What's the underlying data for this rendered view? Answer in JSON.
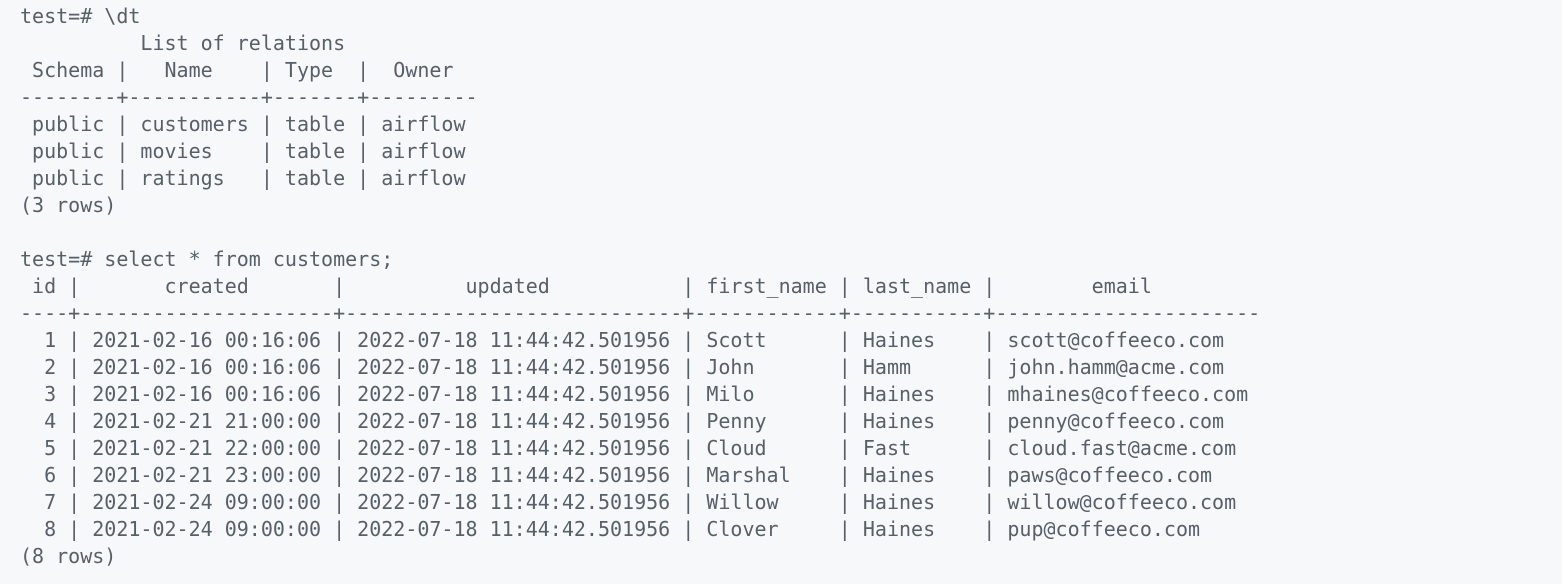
{
  "meta": {
    "app": "psql-terminal",
    "colors": {
      "background": "#f6f8fa",
      "text": "#57606a"
    }
  },
  "session": {
    "prompt": "test=#",
    "commands": [
      {
        "input": "\\dt",
        "result_title": "List of relations",
        "table": {
          "columns": [
            "Schema",
            "Name",
            "Type",
            "Owner"
          ],
          "rows": [
            [
              "public",
              "customers",
              "table",
              "airflow"
            ],
            [
              "public",
              "movies",
              "table",
              "airflow"
            ],
            [
              "public",
              "ratings",
              "table",
              "airflow"
            ]
          ],
          "footer": "(3 rows)"
        }
      },
      {
        "input": "select * from customers;",
        "table": {
          "columns": [
            "id",
            "created",
            "updated",
            "first_name",
            "last_name",
            "email"
          ],
          "rows": [
            [
              "1",
              "2021-02-16 00:16:06",
              "2022-07-18 11:44:42.501956",
              "Scott",
              "Haines",
              "scott@coffeeco.com"
            ],
            [
              "2",
              "2021-02-16 00:16:06",
              "2022-07-18 11:44:42.501956",
              "John",
              "Hamm",
              "john.hamm@acme.com"
            ],
            [
              "3",
              "2021-02-16 00:16:06",
              "2022-07-18 11:44:42.501956",
              "Milo",
              "Haines",
              "mhaines@coffeeco.com"
            ],
            [
              "4",
              "2021-02-21 21:00:00",
              "2022-07-18 11:44:42.501956",
              "Penny",
              "Haines",
              "penny@coffeeco.com"
            ],
            [
              "5",
              "2021-02-21 22:00:00",
              "2022-07-18 11:44:42.501956",
              "Cloud",
              "Fast",
              "cloud.fast@acme.com"
            ],
            [
              "6",
              "2021-02-21 23:00:00",
              "2022-07-18 11:44:42.501956",
              "Marshal",
              "Haines",
              "paws@coffeeco.com"
            ],
            [
              "7",
              "2021-02-24 09:00:00",
              "2022-07-18 11:44:42.501956",
              "Willow",
              "Haines",
              "willow@coffeeco.com"
            ],
            [
              "8",
              "2021-02-24 09:00:00",
              "2022-07-18 11:44:42.501956",
              "Clover",
              "Haines",
              "pup@coffeeco.com"
            ]
          ],
          "footer": "(8 rows)"
        }
      }
    ]
  },
  "screen_lines": [
    "test=# \\dt",
    "          List of relations",
    " Schema |   Name    | Type  |  Owner",
    "--------+-----------+-------+---------",
    " public | customers | table | airflow",
    " public | movies    | table | airflow",
    " public | ratings   | table | airflow",
    "(3 rows)",
    "",
    "test=# select * from customers;",
    " id |       created       |          updated           | first_name | last_name |        email",
    "----+---------------------+----------------------------+------------+-----------+----------------------",
    "  1 | 2021-02-16 00:16:06 | 2022-07-18 11:44:42.501956 | Scott      | Haines    | scott@coffeeco.com",
    "  2 | 2021-02-16 00:16:06 | 2022-07-18 11:44:42.501956 | John       | Hamm      | john.hamm@acme.com",
    "  3 | 2021-02-16 00:16:06 | 2022-07-18 11:44:42.501956 | Milo       | Haines    | mhaines@coffeeco.com",
    "  4 | 2021-02-21 21:00:00 | 2022-07-18 11:44:42.501956 | Penny      | Haines    | penny@coffeeco.com",
    "  5 | 2021-02-21 22:00:00 | 2022-07-18 11:44:42.501956 | Cloud      | Fast      | cloud.fast@acme.com",
    "  6 | 2021-02-21 23:00:00 | 2022-07-18 11:44:42.501956 | Marshal    | Haines    | paws@coffeeco.com",
    "  7 | 2021-02-24 09:00:00 | 2022-07-18 11:44:42.501956 | Willow     | Haines    | willow@coffeeco.com",
    "  8 | 2021-02-24 09:00:00 | 2022-07-18 11:44:42.501956 | Clover     | Haines    | pup@coffeeco.com",
    "(8 rows)"
  ]
}
